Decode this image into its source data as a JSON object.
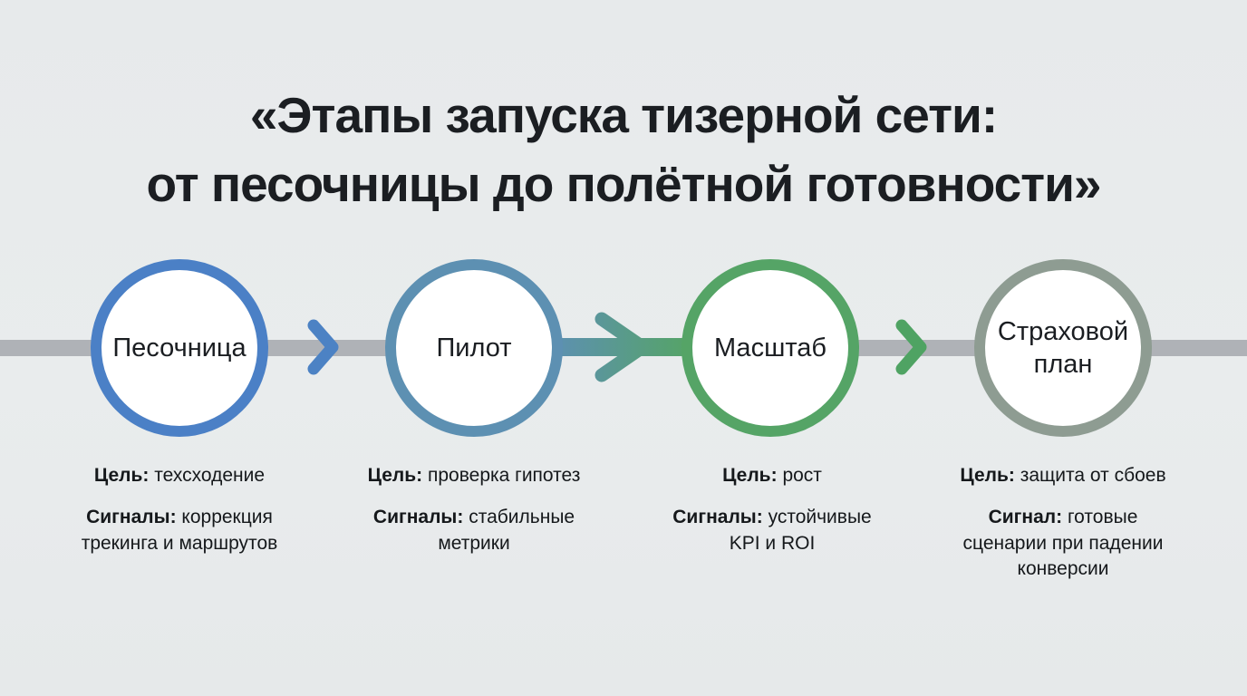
{
  "title": {
    "line1": "«Этапы запуска тизерной сети:",
    "line2": "от песочницы до полётной готовности»"
  },
  "colors": {
    "background": "#E8EBEC",
    "timeline_bar": "#AFB2B7",
    "title_text": "#1B1E22",
    "body_text": "#15181B",
    "stage1_ring": "#4B80C6",
    "stage2_ring": "#5D90B2",
    "stage3_ring": "#55A466",
    "stage4_ring": "#8E9C92",
    "chevron1": "#4C82C4",
    "chevron3": "#4FA363",
    "gradient_arrow_start": "#5D90B2",
    "gradient_arrow_end": "#55A466"
  },
  "stages": [
    {
      "label": "Песочница",
      "goal_label": "Цель:",
      "goal_text": "техсходение",
      "signal_label": "Сигналы:",
      "signal_text": "коррекция трекинга и маршрутов"
    },
    {
      "label": "Пилот",
      "goal_label": "Цель:",
      "goal_text": "проверка гипотез",
      "signal_label": "Сигналы:",
      "signal_text": "стабильные метрики"
    },
    {
      "label": "Масштаб",
      "goal_label": "Цель:",
      "goal_text": "рост",
      "signal_label": "Сигналы:",
      "signal_text": "устойчивые KPI и ROI"
    },
    {
      "label": "Страховой план",
      "goal_label": "Цель:",
      "goal_text": "защита от сбоев",
      "signal_label": "Сигнал:",
      "signal_text": "готовые сценарии при падении конверсии"
    }
  ]
}
